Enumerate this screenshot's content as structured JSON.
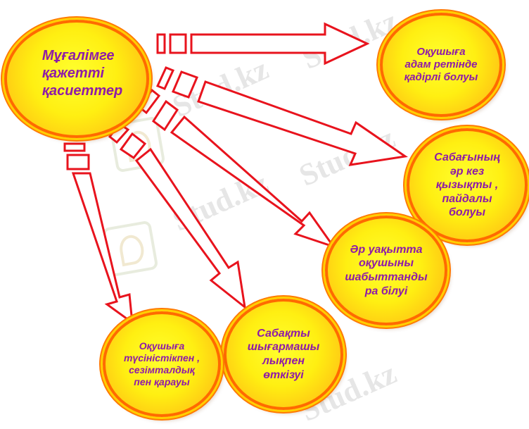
{
  "watermark": "Stud.kz",
  "colors": {
    "node_text": "#8e1ba8",
    "arrow_outline": "#e8131d",
    "node_fill": "#ffef12",
    "node_ring": "#ff6a00"
  },
  "center": {
    "label": "Мұғалімге\nқажетті\nқасиеттер"
  },
  "nodes": [
    {
      "label": "Оқушыға\nадам  ретінде\nқадірлі болуы"
    },
    {
      "label": "Сабағының\nәр  кез\nқызықты  ,\nпайдалы\nболуы"
    },
    {
      "label": "Әр  уақытта\nоқушыны\nшабыттанды\nра  білуі"
    },
    {
      "label": "Сабақты\nшығармашы\nлықпен\nөткізуі"
    },
    {
      "label": "Оқушыға\nтүсіністікпен    ,\nсезімталдық\nпен  қарауы"
    }
  ]
}
